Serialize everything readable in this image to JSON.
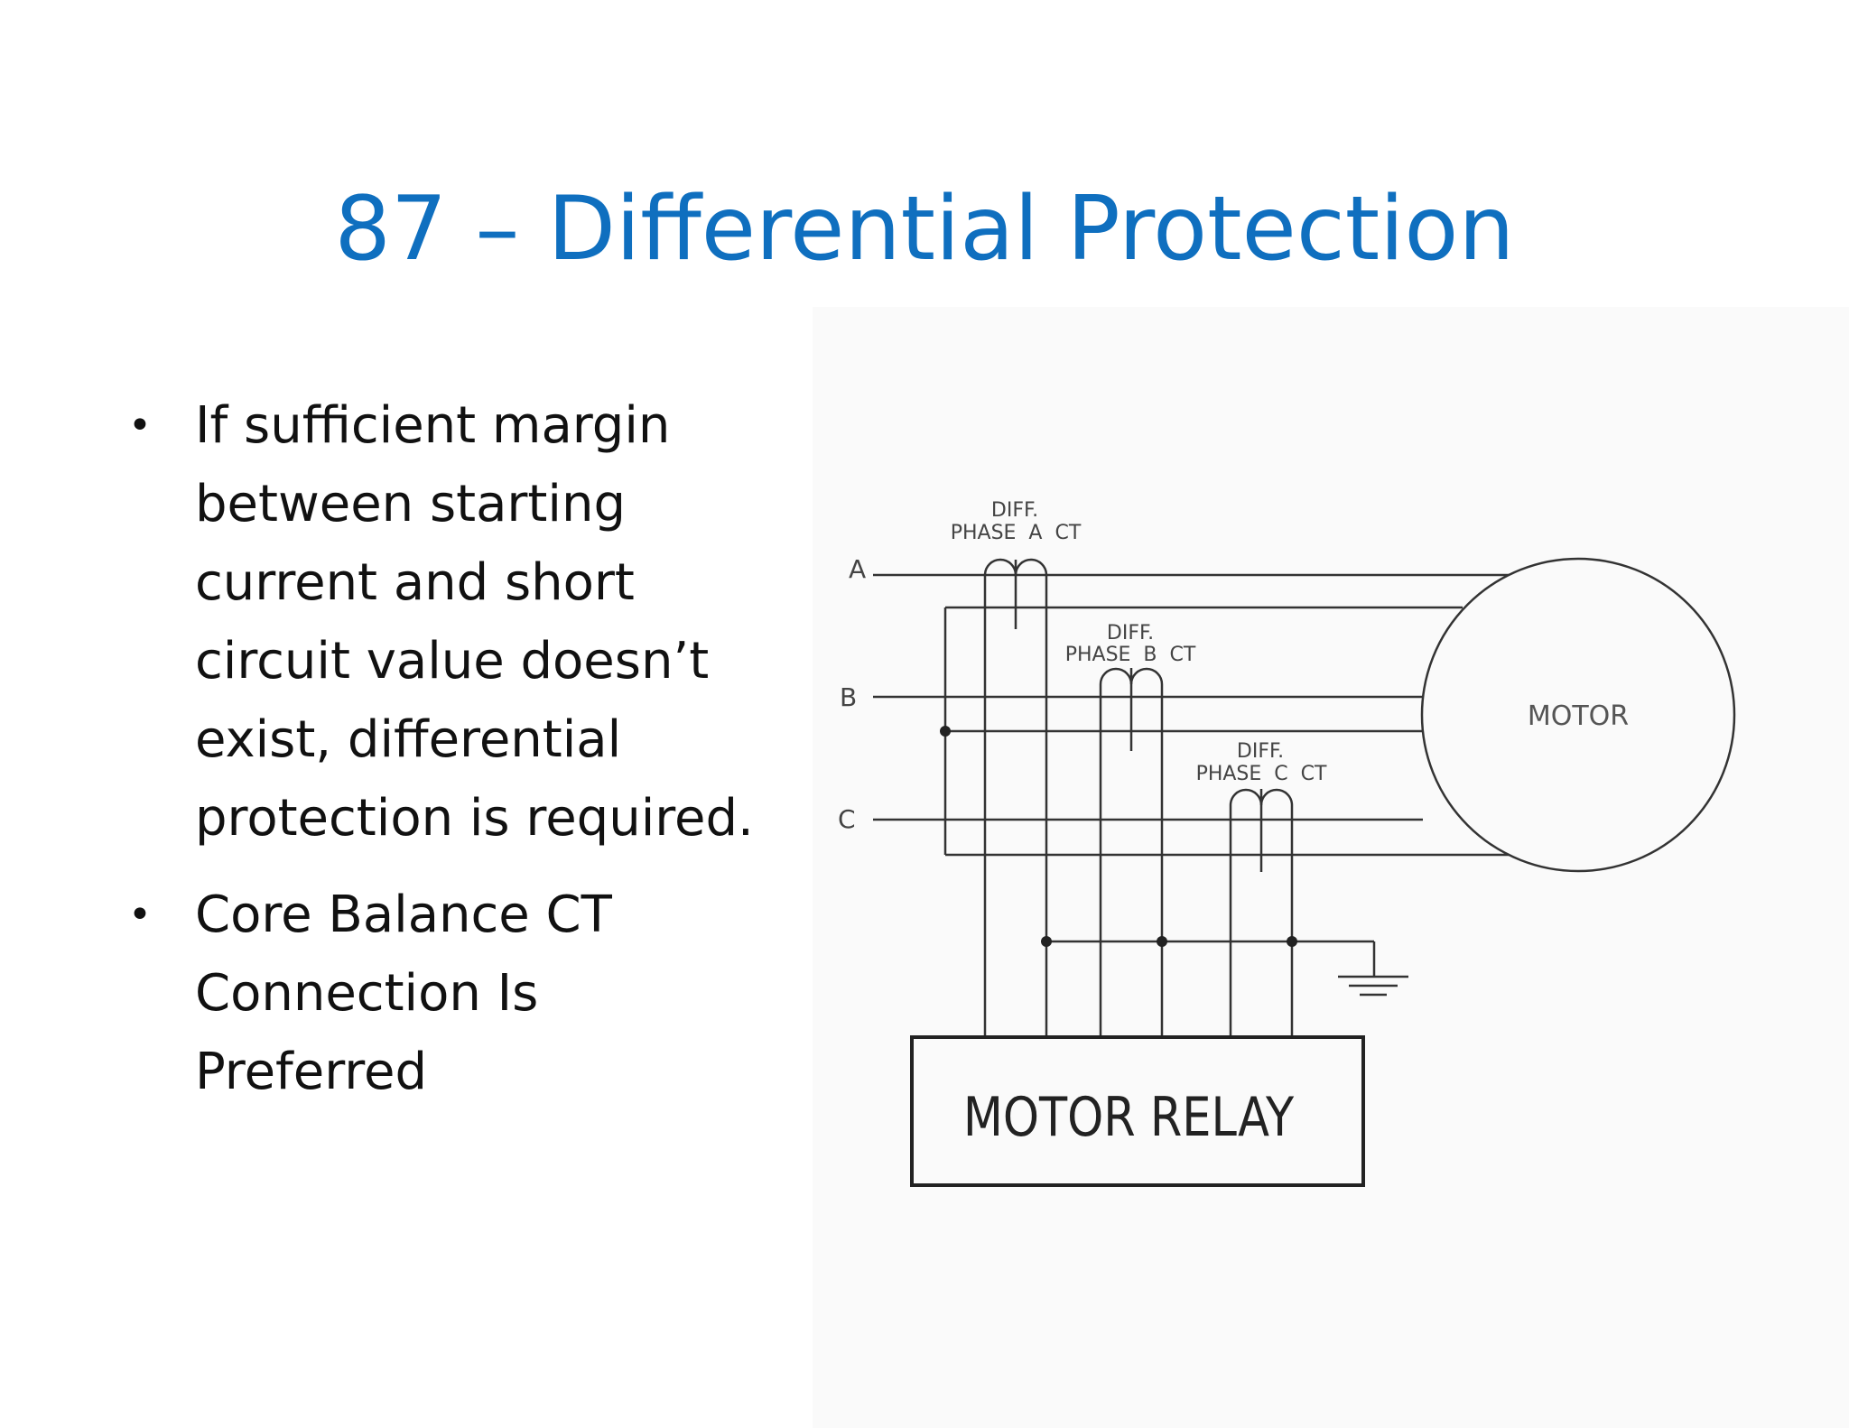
{
  "slide": {
    "title": "87 – Differential Protection"
  },
  "bullets": [
    {
      "lines": [
        "If sufficient margin",
        "between starting",
        "current and short",
        "circuit value doesn’t",
        "exist, differential",
        "protection is required."
      ]
    },
    {
      "lines": [
        "Core Balance CT",
        "Connection Is",
        "Preferred"
      ]
    }
  ],
  "diagram": {
    "phases": {
      "a": "A",
      "b": "B",
      "c": "C"
    },
    "ct_labels": {
      "a": {
        "line1": "DIFF.",
        "line2": "PHASE  A  CT"
      },
      "b": {
        "line1": "DIFF.",
        "line2": "PHASE  B  CT"
      },
      "c": {
        "line1": "DIFF.",
        "line2": "PHASE  C  CT"
      }
    },
    "motor_label": "MOTOR",
    "relay_label": "MOTOR RELAY"
  }
}
